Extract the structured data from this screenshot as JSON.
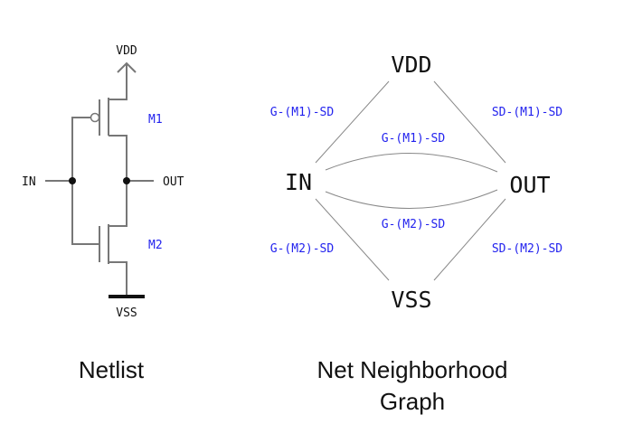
{
  "netlist": {
    "title": "Netlist",
    "labels": {
      "vdd": "VDD",
      "vss": "VSS",
      "in": "IN",
      "out": "OUT",
      "m1": "M1",
      "m2": "M2"
    }
  },
  "graph": {
    "title_line1": "Net Neighborhood",
    "title_line2": "Graph",
    "nodes": {
      "vdd": "VDD",
      "vss": "VSS",
      "in": "IN",
      "out": "OUT"
    },
    "edges": {
      "in_vdd": "G-(M1)-SD",
      "out_vdd": "SD-(M1)-SD",
      "in_out_top": "G-(M1)-SD",
      "in_out_bottom": "G-(M2)-SD",
      "in_vss": "G-(M2)-SD",
      "out_vss": "SD-(M2)-SD"
    }
  },
  "colors": {
    "label": "#2222ee",
    "wire": "#777777",
    "text": "#111111"
  }
}
